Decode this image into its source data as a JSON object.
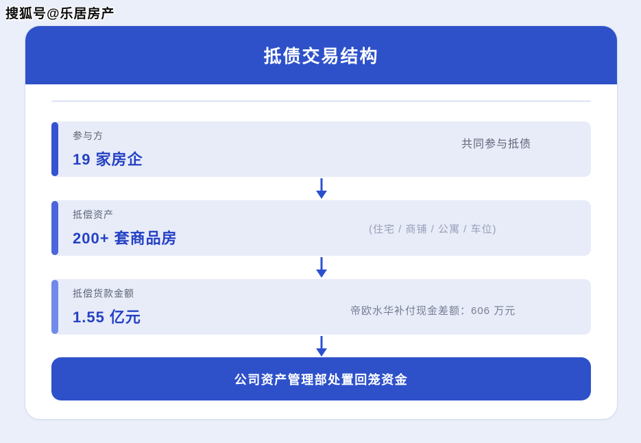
{
  "watermark": "搜狐号@乐居房产",
  "header": {
    "title": "抵债交易结构"
  },
  "flow": {
    "steps": [
      {
        "label": "参与方",
        "value": "19 家房企",
        "note": "共同参与抵债"
      },
      {
        "label": "抵偿资产",
        "value": "200+ 套商品房",
        "note": "(住宅 / 商铺 / 公寓 / 车位)"
      },
      {
        "label": "抵偿货款金额",
        "value": "1.55 亿元",
        "note": "帝欧水华补付现金差额：606 万元"
      }
    ],
    "result": "公司资产管理部处置回笼资金"
  },
  "icons": {
    "between_steps": "arrow-down-icon"
  },
  "colors": {
    "primary_blue": "#2e51ca",
    "value_blue": "#2441c3",
    "row_background": "#e8ecf9",
    "accent_bar_1": "#3353d0",
    "accent_bar_2": "#4a66da",
    "accent_bar_3": "#7189ea",
    "page_background": "#ebeffa"
  }
}
